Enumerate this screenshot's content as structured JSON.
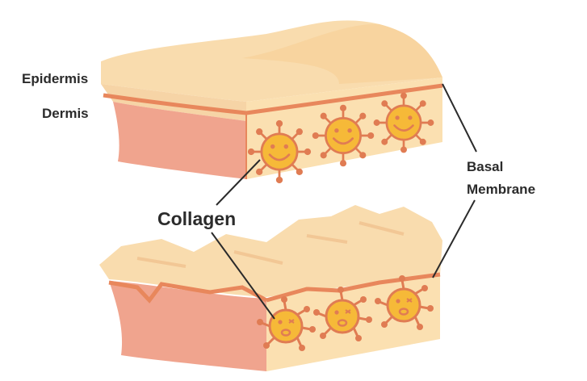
{
  "labels": {
    "epidermis": "Epidermis",
    "dermis": "Dermis",
    "collagen": "Collagen",
    "basal_line1": "Basal",
    "basal_line2": "Membrane"
  },
  "colors": {
    "epidermis": "#f9dcae",
    "epidermis_top": "#f6cf95",
    "dermis_front": "#f0a48e",
    "dermis_inner": "#fbe0b1",
    "basal_line": "#e8875c",
    "collagen_fill": "#f6b938",
    "collagen_stroke": "#e07c53",
    "leader_line": "#2b2b2b"
  },
  "panels": [
    {
      "name": "young-skin",
      "collagen_state": "smiling"
    },
    {
      "name": "aged-skin",
      "collagen_state": "damaged"
    }
  ]
}
